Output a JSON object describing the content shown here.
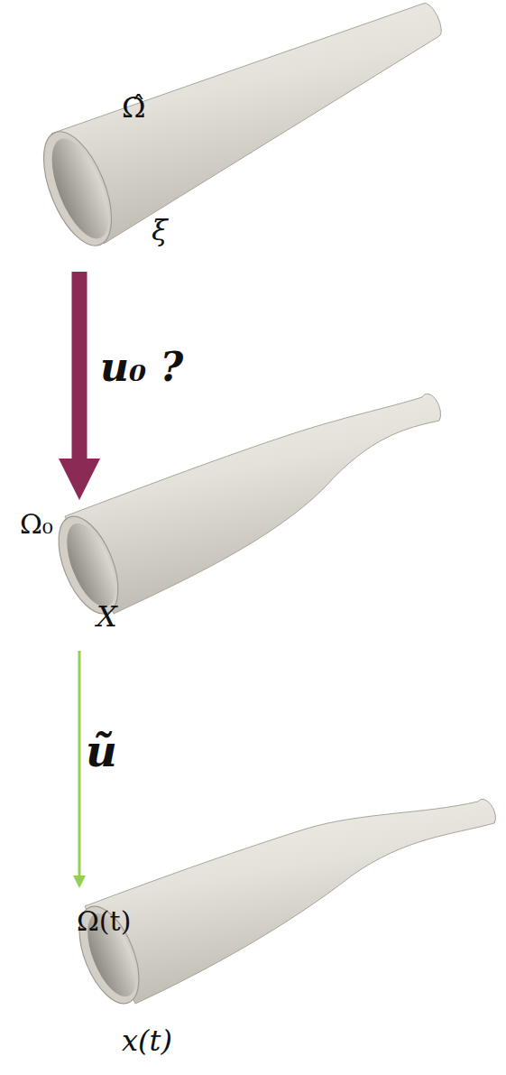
{
  "diagram": {
    "nodes": [
      {
        "text": [
          "Ω̂",
          "ξ"
        ]
      },
      {
        "text": [
          "Ω₀",
          "X"
        ]
      },
      {
        "text": [
          "Ω(t)",
          "x(t)"
        ]
      }
    ],
    "edges": [
      {
        "from": 0,
        "to": 1,
        "label": "u₀ ?",
        "arrow": "to"
      },
      {
        "from": 1,
        "to": 2,
        "label": "ũ",
        "arrow": "to"
      }
    ]
  }
}
